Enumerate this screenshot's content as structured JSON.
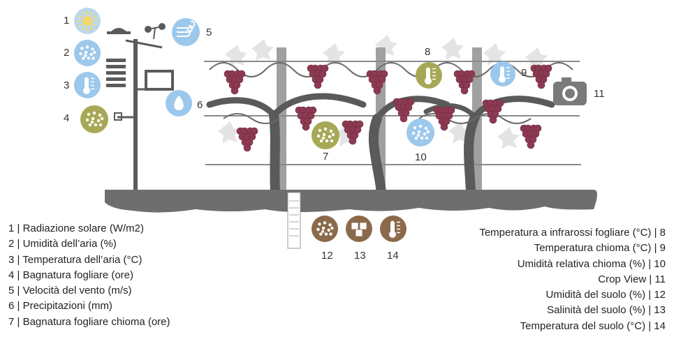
{
  "markers": [
    {
      "num": "1",
      "icon": "sun-icon",
      "color": "#bcd8ee"
    },
    {
      "num": "2",
      "icon": "air-humidity-icon",
      "color": "#9cc8ec"
    },
    {
      "num": "3",
      "icon": "thermometer-icon",
      "color": "#9cc8ec"
    },
    {
      "num": "4",
      "icon": "leaf-wetness-icon",
      "color": "#a6a855"
    },
    {
      "num": "5",
      "icon": "wind-icon",
      "color": "#9cc8ec"
    },
    {
      "num": "6",
      "icon": "raindrop-icon",
      "color": "#9cc8ec"
    },
    {
      "num": "7",
      "icon": "canopy-wetness-icon",
      "color": "#a6a855"
    },
    {
      "num": "8",
      "icon": "infrared-thermometer-icon",
      "color": "#a6a855"
    },
    {
      "num": "9",
      "icon": "canopy-thermometer-icon",
      "color": "#9cc8ec"
    },
    {
      "num": "10",
      "icon": "canopy-humidity-icon",
      "color": "#9cc8ec"
    },
    {
      "num": "11",
      "icon": "camera-icon",
      "color": "#7a7a7a"
    },
    {
      "num": "12",
      "icon": "soil-moisture-icon",
      "color": "#8a6a4a"
    },
    {
      "num": "13",
      "icon": "soil-salinity-icon",
      "color": "#8a6a4a"
    },
    {
      "num": "14",
      "icon": "soil-thermometer-icon",
      "color": "#8a6a4a"
    }
  ],
  "legend_left": [
    "1 | Radiazione solare (W/m2)",
    "2 | Umidità dell’aria (%)",
    "3 | Temperatura dell’aria (°C)",
    "4 | Bagnatura fogliare (ore)",
    "5 | Velocità del vento (m/s)",
    "6 | Precipitazioni (mm)",
    "7 | Bagnatura fogliare chioma (ore)"
  ],
  "legend_right": [
    "Temperatura a infrarossi fogliare (°C) | 8",
    "Temperatura chioma (°C) | 9",
    "Umidità relativa chioma (%) | 10",
    "Crop View | 11",
    "Umidità del suolo (%) | 12",
    "Salinità del suolo (%) | 13",
    "Temperatura del suolo (°C) | 14"
  ],
  "colors": {
    "ground": "#6e6e6e",
    "trunk": "#595959",
    "post": "#9a9a9a",
    "wire": "#8a8a8a",
    "grape": "#8c3a52",
    "leaf": "#e2e2e2",
    "station": "#5a5a5a"
  }
}
